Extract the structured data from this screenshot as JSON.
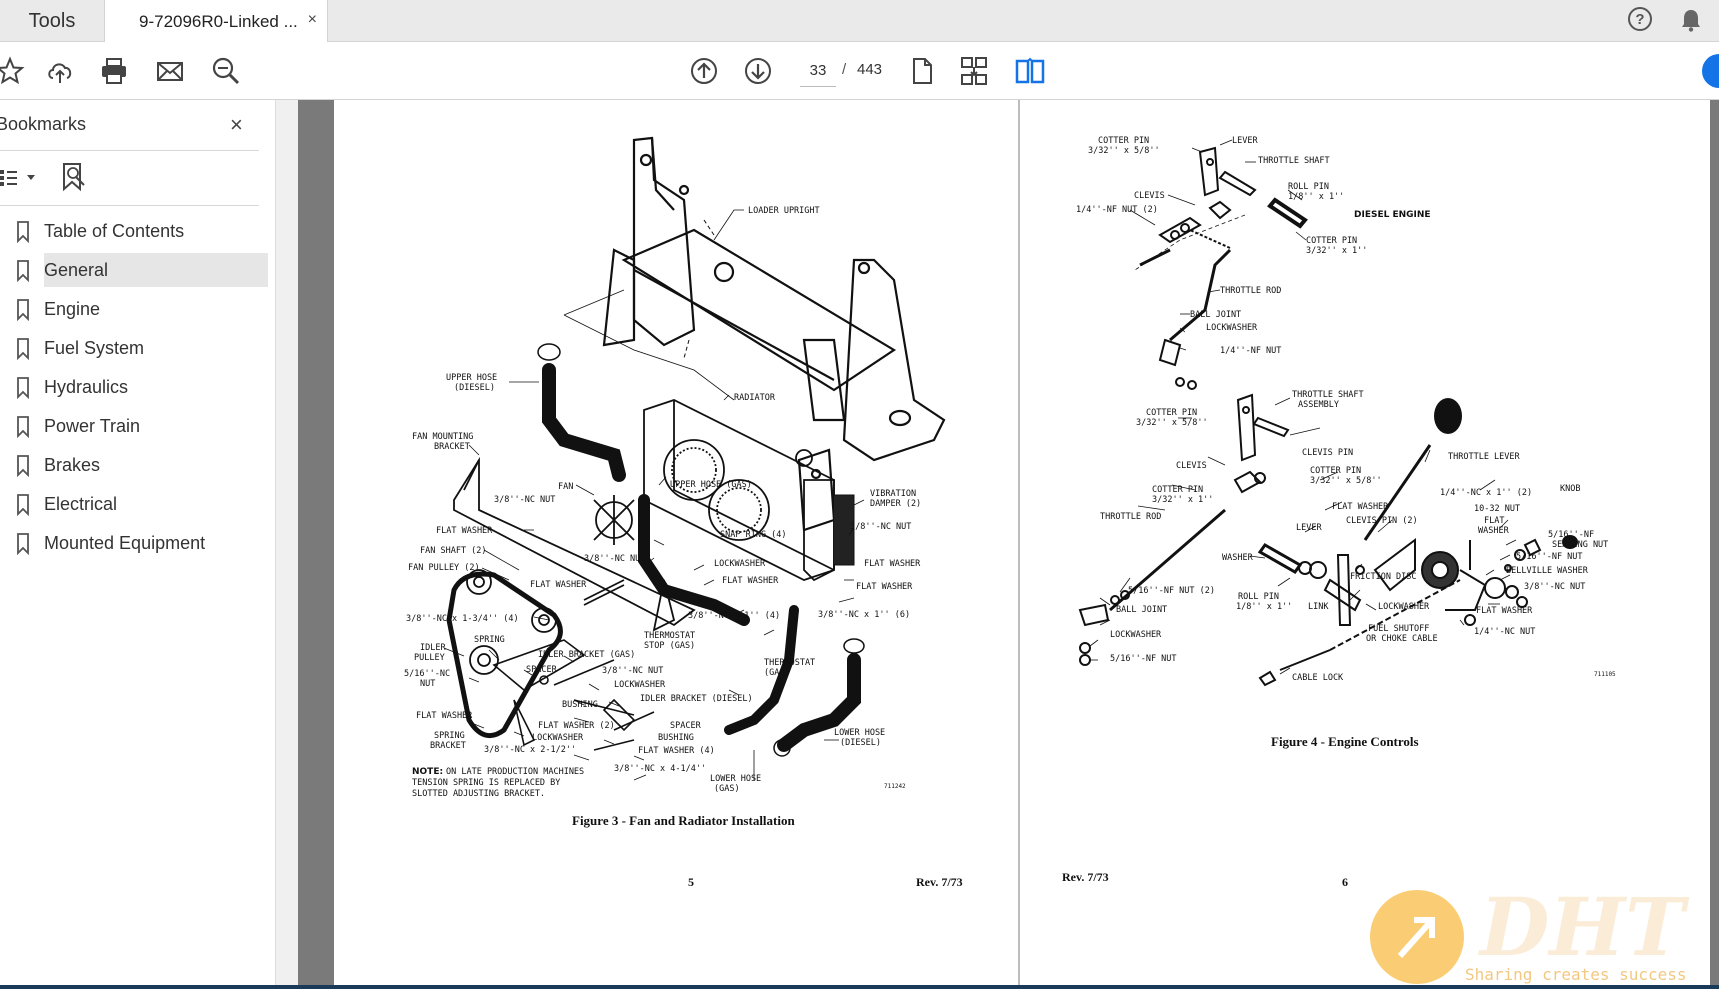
{
  "tabs": {
    "tools": "Tools",
    "document": "9-72096R0-Linked ...",
    "close": "×"
  },
  "header": {
    "help": "?"
  },
  "toolbar": {
    "current_page": "33",
    "separator": "/",
    "total_pages": "443"
  },
  "sidebar": {
    "title": "Bookmarks",
    "close": "×",
    "items": [
      {
        "label": "Table of Contents"
      },
      {
        "label": "General"
      },
      {
        "label": "Engine"
      },
      {
        "label": "Fuel System"
      },
      {
        "label": "Hydraulics"
      },
      {
        "label": "Power Train"
      },
      {
        "label": "Brakes"
      },
      {
        "label": "Electrical"
      },
      {
        "label": "Mounted Equipment"
      }
    ]
  },
  "page_left": {
    "caption": "Figure 3 - Fan and Radiator Installation",
    "page_number": "5",
    "revision": "Rev. 7/73",
    "figure_id": "711242",
    "note_bold": "NOTE:",
    "note_line1": "ON LATE PRODUCTION MACHINES",
    "note_line2": "TENSION SPRING IS REPLACED BY",
    "note_line3": "SLOTTED ADJUSTING BRACKET.",
    "labels": {
      "loader_upright": "LOADER UPRIGHT",
      "upper_hose_diesel_1": "UPPER HOSE",
      "upper_hose_diesel_2": "(DIESEL)",
      "radiator": "RADIATOR",
      "fan_mounting_1": "FAN MOUNTING",
      "fan_mounting_2": "BRACKET",
      "fan": "FAN",
      "upper_hose_gas": "UPPER HOSE (GAS)",
      "vibration_1": "VIBRATION",
      "vibration_2": "DAMPER (2)",
      "nut_38_a": "3/8''-NC NUT",
      "flat_washer_a": "FLAT WASHER",
      "fan_shaft": "FAN SHAFT (2)",
      "fan_pulley": "FAN PULLEY (2)",
      "snap_ring": "SNAP RING (4)",
      "nut_38_b": "3/8''-NC NUT",
      "nut_38_c": "3/8''-NC NUT",
      "lockwasher_a": "LOCKWASHER",
      "flat_washer_b": "FLAT WASHER",
      "flat_washer_c": "FLAT WASHER",
      "flat_washer_d": "FLAT WASHER",
      "flat_washer_e": "FLAT WASHER",
      "bolt_134": "3/8''-NC x 1-3/4'' (4)",
      "bolt_1_4": "3/8''-NC x 1'' (4)",
      "bolt_1_6": "3/8''-NC x 1'' (6)",
      "idler_pulley_1": "IDLER",
      "idler_pulley_2": "PULLEY",
      "spring": "SPRING",
      "idler_bracket_gas": "IDLER BRACKET (GAS)",
      "thermostat_stop_1": "THERMOSTAT",
      "thermostat_stop_2": "STOP (GAS)",
      "nut_516_1": "5/16''-NC",
      "nut_516_2": "NUT",
      "spacer_a": "SPACER",
      "nut_38_d": "3/8''-NC NUT",
      "lockwasher_b": "LOCKWASHER",
      "thermostat_1": "THERMOSTAT",
      "thermostat_2": "(GAS)",
      "bushing_a": "BUSHING",
      "idler_bracket_diesel": "IDLER BRACKET (DIESEL)",
      "flat_washer_f": "FLAT WASHER",
      "flat_washer_2": "FLAT WASHER (2)",
      "spacer_b": "SPACER",
      "lockwasher_c": "LOCKWASHER",
      "bushing_b": "BUSHING",
      "spring_bracket_1": "SPRING",
      "spring_bracket_2": "BRACKET",
      "bolt_2_12": "3/8''-NC x 2-1/2''",
      "flat_washer_4": "FLAT WASHER (4)",
      "lower_hose_diesel_1": "LOWER HOSE",
      "lower_hose_diesel_2": "(DIESEL)",
      "bolt_4_14": "3/8''-NC x 4-1/4''",
      "lower_hose_gas_1": "LOWER HOSE",
      "lower_hose_gas_2": "(GAS)"
    }
  },
  "page_right": {
    "caption": "Figure 4 - Engine Controls",
    "page_number": "6",
    "revision": "Rev. 7/73",
    "figure_id": "711105",
    "labels": {
      "cotter_pin_a1": "COTTER PIN",
      "cotter_pin_a2": "3/32'' x 5/8''",
      "lever_a": "LEVER",
      "throttle_shaft": "THROTTLE SHAFT",
      "clevis_a": "CLEVIS",
      "roll_pin_a1": "ROLL PIN",
      "roll_pin_a2": "1/8'' x 1''",
      "nf_nut_2": "1/4''-NF NUT (2)",
      "diesel_engine": "DIESEL ENGINE",
      "cotter_pin_b1": "COTTER PIN",
      "cotter_pin_b2": "3/32'' x 1''",
      "throttle_rod_a": "THROTTLE ROD",
      "ball_joint_a": "BALL JOINT",
      "lockwasher_a": "LOCKWASHER",
      "nf_nut_a": "1/4''-NF NUT",
      "throttle_shaft_assy_1": "THROTTLE SHAFT",
      "throttle_shaft_assy_2": "ASSEMBLY",
      "cotter_pin_c1": "COTTER PIN",
      "cotter_pin_c2": "3/32'' x 5/8''",
      "clevis_pin": "CLEVIS PIN",
      "clevis_b": "CLEVIS",
      "cotter_pin_d1": "COTTER PIN",
      "cotter_pin_d2": "3/32'' x 5/8''",
      "throttle_lever": "THROTTLE LEVER",
      "cotter_pin_e1": "COTTER PIN",
      "cotter_pin_e2": "3/32'' x 1''",
      "bolt_14_nc": "1/4''-NC x 1'' (2)",
      "knob": "KNOB",
      "throttle_rod_b": "THROTTLE ROD",
      "flat_washer_a": "FLAT WASHER",
      "nut_10_32": "10-32 NUT",
      "flat_washer_b1": "FLAT",
      "flat_washer_b2": "WASHER",
      "sealing_nut_1": "5/16''-NF",
      "sealing_nut_2": "SEALING NUT",
      "clevis_pin_2": "CLEVIS PIN (2)",
      "lever_b": "LEVER",
      "nf_nut_516": "5/16''-NF NUT",
      "washer": "WASHER",
      "belleville": "BELLVILLE WASHER",
      "friction_disc": "FRICTION DISC",
      "nut_38_nc": "3/8''-NC NUT",
      "nf_nut_516_2": "5/16''-NF NUT (2)",
      "roll_pin_b1": "ROLL PIN",
      "roll_pin_b2": "1/8'' x 1''",
      "ball_joint_b": "BALL JOINT",
      "link": "LINK",
      "lockwasher_b": "LOCKWASHER",
      "flat_washer_c": "FLAT WASHER",
      "fuel_shutoff_1": "FUEL SHUTOFF",
      "fuel_shutoff_2": "OR CHOKE CABLE",
      "nut_14_nc": "1/4''-NC NUT",
      "lockwasher_c": "LOCKWASHER",
      "nf_nut_516_3": "5/16''-NF NUT",
      "cable_lock": "CABLE LOCK"
    }
  },
  "watermark": {
    "text": "Sharing creates success",
    "brand": "DHT"
  }
}
